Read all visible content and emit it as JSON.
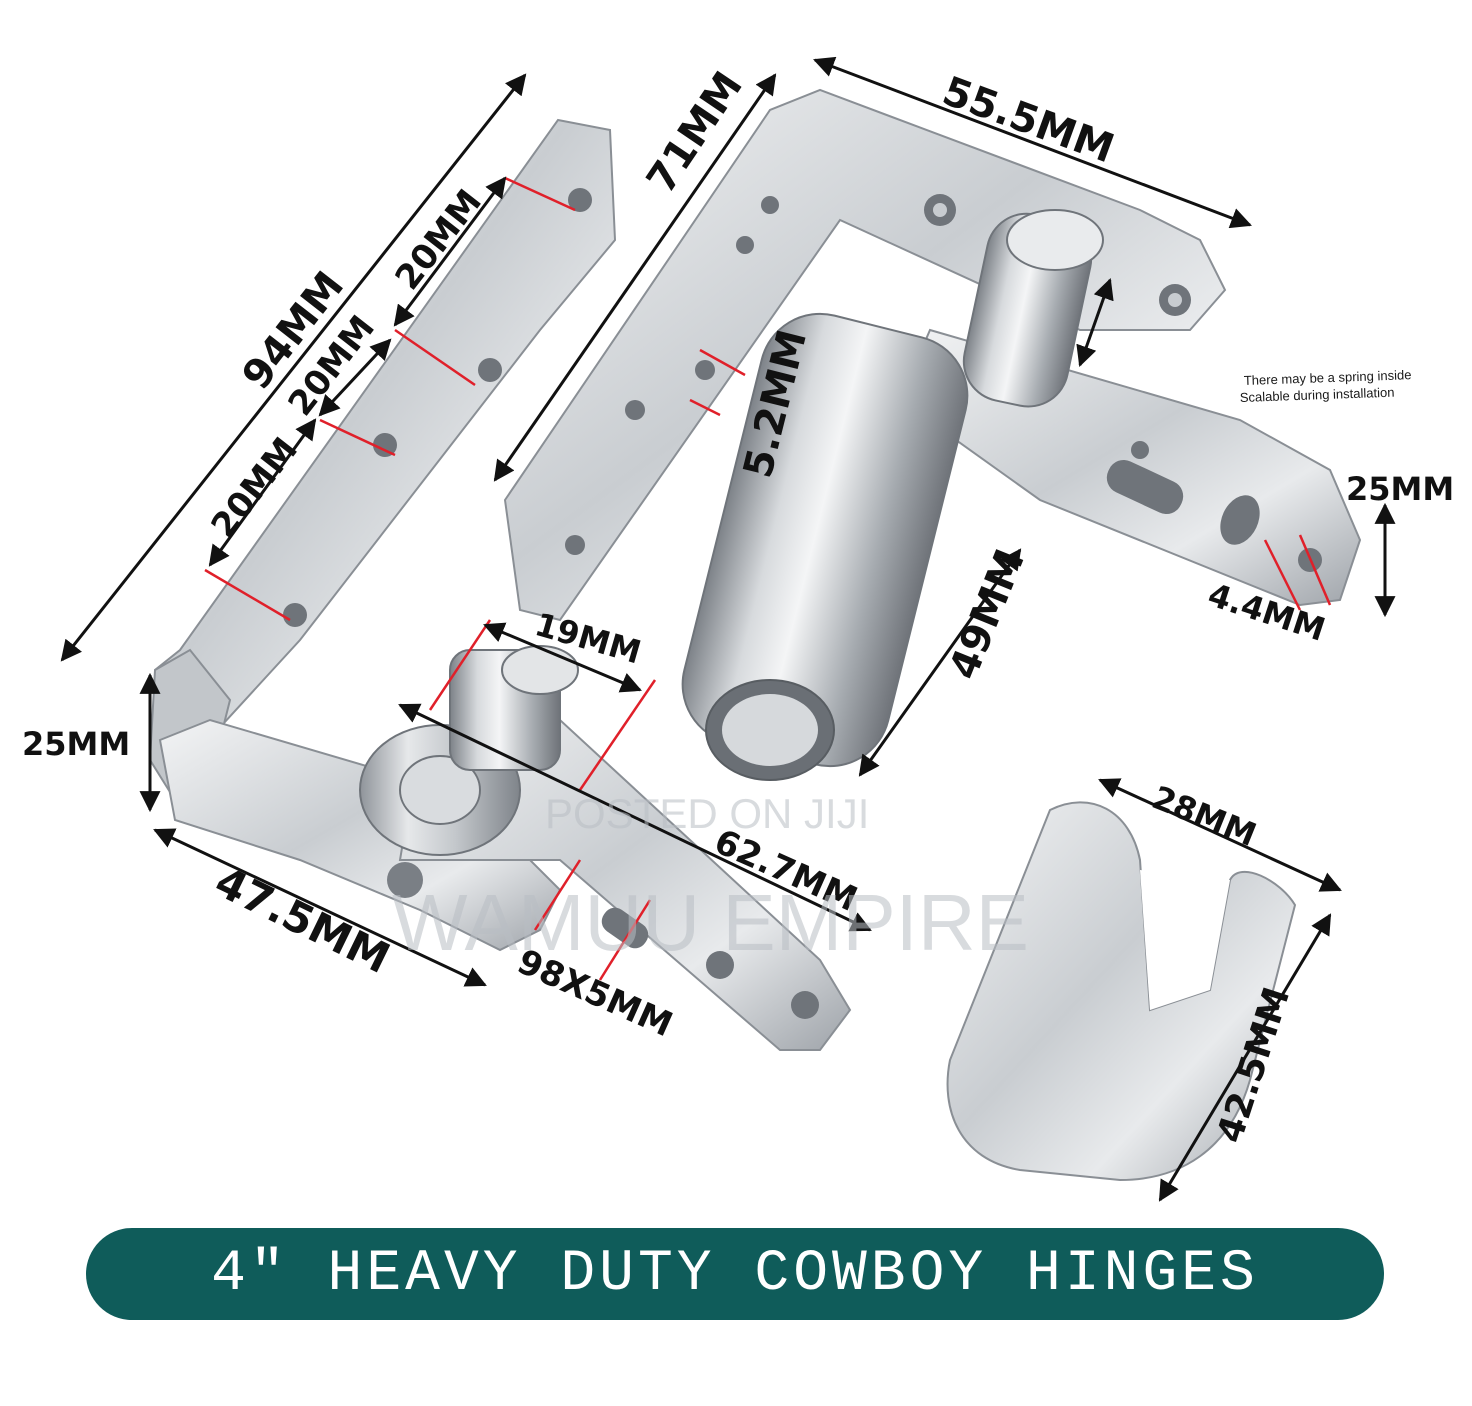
{
  "dimensions": {
    "d94": "94MM",
    "d20a": "20MM",
    "d20b": "20MM",
    "d20c": "20MM",
    "d71": "71MM",
    "d55_5": "55.5MM",
    "d5_2": "5.2MM",
    "d25_right": "25MM",
    "d4_4": "4.4MM",
    "d49": "49MM",
    "d19": "19MM",
    "d25_left": "25MM",
    "d62_7": "62.7MM",
    "d47_5": "47.5MM",
    "d98x5": "98X5MM",
    "d28": "28MM",
    "d42_5": "42.5MM"
  },
  "notes": {
    "line1": "There may be a spring inside",
    "line2": "Scalable during installation"
  },
  "watermark": {
    "posted": "POSTED ON JIJI",
    "seller": "WAMUU EMPIRE"
  },
  "banner": {
    "title": "4\" HEAVY DUTY COWBOY HINGES",
    "color": "#0f5c5a"
  },
  "colors": {
    "metal_light": "#e9ebed",
    "metal_mid": "#b9bdc2",
    "metal_dark": "#7c8187",
    "marker": "#e0202a"
  }
}
